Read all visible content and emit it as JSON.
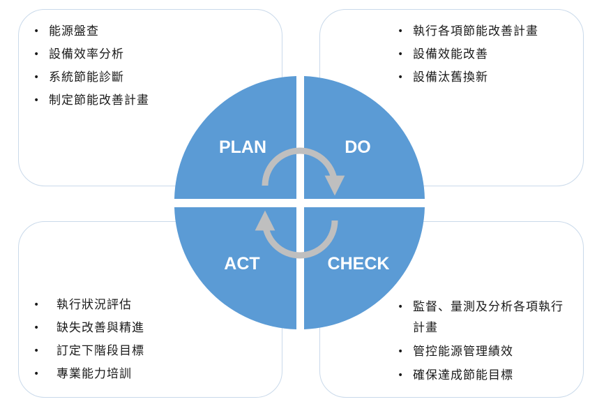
{
  "diagram": {
    "phases": {
      "plan": "PLAN",
      "do": "DO",
      "act": "ACT",
      "check": "CHECK"
    },
    "colors": {
      "quadrant": "#5b9bd5",
      "arrow": "#bfbfbf",
      "box_border": "#c9d9ea"
    }
  },
  "plan_items": [
    "能源盤查",
    "設備效率分析",
    "系統節能診斷",
    "制定節能改善計畫"
  ],
  "do_items": [
    "執行各項節能改善計畫",
    "設備效能改善",
    "設備汰舊換新"
  ],
  "act_items": [
    "執行狀況評估",
    "缺失改善與精進",
    "訂定下階段目標",
    "專業能力培訓"
  ],
  "check_items": [
    "監督、量測及分析各項執行計畫",
    "管控能源管理績效",
    "確保達成節能目標"
  ]
}
